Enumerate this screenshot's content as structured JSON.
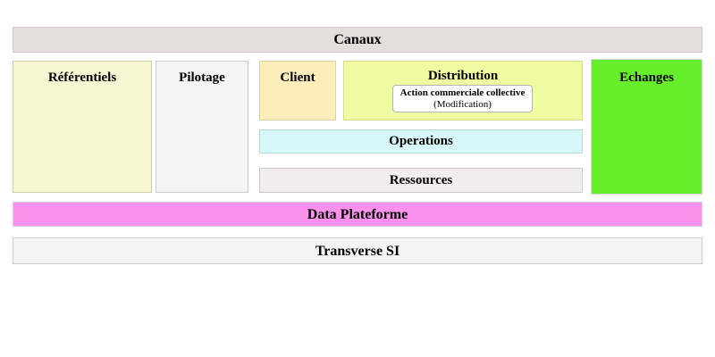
{
  "diagram": {
    "title_band": {
      "label": "Canaux",
      "color": "#e5dedd"
    },
    "left_columns": [
      {
        "name": "referentiels",
        "label": "Référentiels",
        "color": "#f6f6d2"
      },
      {
        "name": "pilotage",
        "label": "Pilotage",
        "color": "#f4f4f4"
      }
    ],
    "center_stack": {
      "top_row": [
        {
          "name": "client",
          "label": "Client",
          "color": "#fceeba"
        },
        {
          "name": "distribution",
          "label": "Distribution",
          "color": "#f1fba2",
          "inner_box": {
            "title": "Action commerciale collective",
            "status": "(Modification)",
            "color": "#ffffff"
          }
        }
      ],
      "bars": [
        {
          "name": "operations",
          "label": "Operations",
          "color": "#d7f8f8"
        },
        {
          "name": "ressources",
          "label": "Ressources",
          "color": "#f2eeef"
        }
      ]
    },
    "right_column": {
      "name": "echanges",
      "label": "Echanges",
      "color": "#66ee2c"
    },
    "bottom_bands": [
      {
        "name": "data-plateforme",
        "label": "Data Plateforme",
        "color": "#fa92ec"
      },
      {
        "name": "transverse-si",
        "label": "Transverse SI",
        "color": "#f4f4f4"
      }
    ]
  }
}
